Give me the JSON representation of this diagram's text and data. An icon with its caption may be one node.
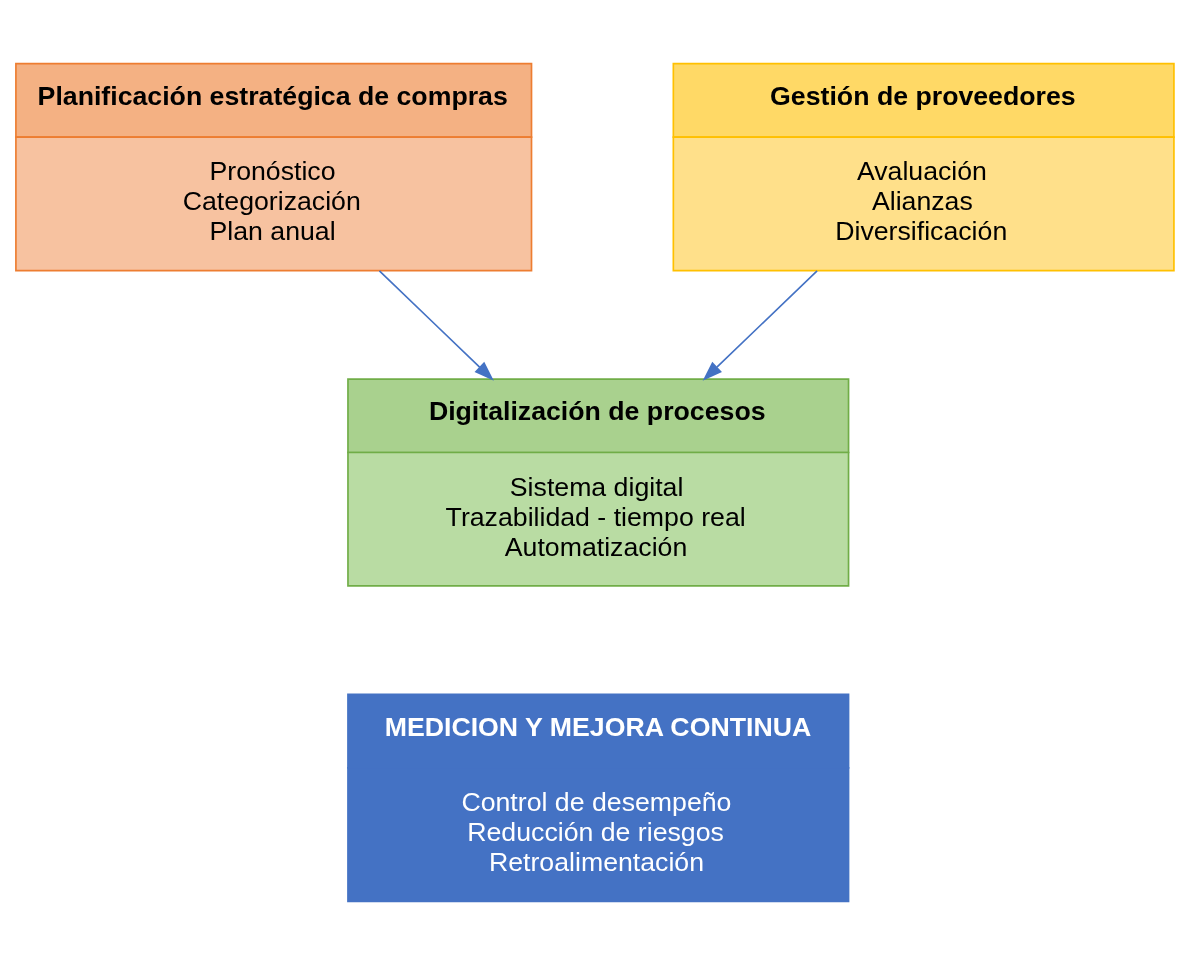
{
  "diagram": {
    "nodes": [
      {
        "text": [
          "Planificación estratégica de compras",
          "Pronóstico",
          "Categorización",
          "Plan anual"
        ]
      },
      {
        "text": [
          "Gestión de proveedores",
          "Avaluación",
          "Alianzas",
          "Diversificación"
        ]
      },
      {
        "text": [
          "Digitalización de procesos",
          "Sistema digital",
          "Trazabilidad - tiempo real",
          "Automatización"
        ]
      },
      {
        "text": [
          "MEDICION Y MEJORA CONTINUA",
          "Control de desempeño",
          "Reducción de riesgos",
          "Retroalimentación"
        ]
      }
    ],
    "edges": [
      {
        "from": 0,
        "to": 2,
        "arrow": "to",
        "color": "#4472c4"
      },
      {
        "from": 1,
        "to": 2,
        "arrow": "to",
        "color": "#4472c4"
      }
    ]
  }
}
